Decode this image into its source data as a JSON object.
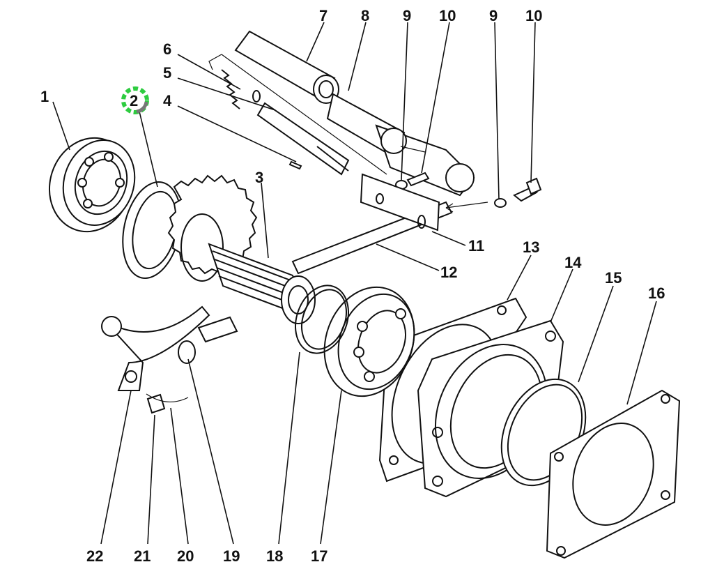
{
  "diagram": {
    "labels": [
      "1",
      "2",
      "3",
      "4",
      "5",
      "6",
      "7",
      "8",
      "9",
      "10",
      "9",
      "10",
      "11",
      "12",
      "13",
      "14",
      "15",
      "16",
      "17",
      "18",
      "19",
      "20",
      "21",
      "22"
    ],
    "highlight": {
      "label": "2",
      "color": "#2ecc40",
      "icon": "gear-icon"
    }
  }
}
